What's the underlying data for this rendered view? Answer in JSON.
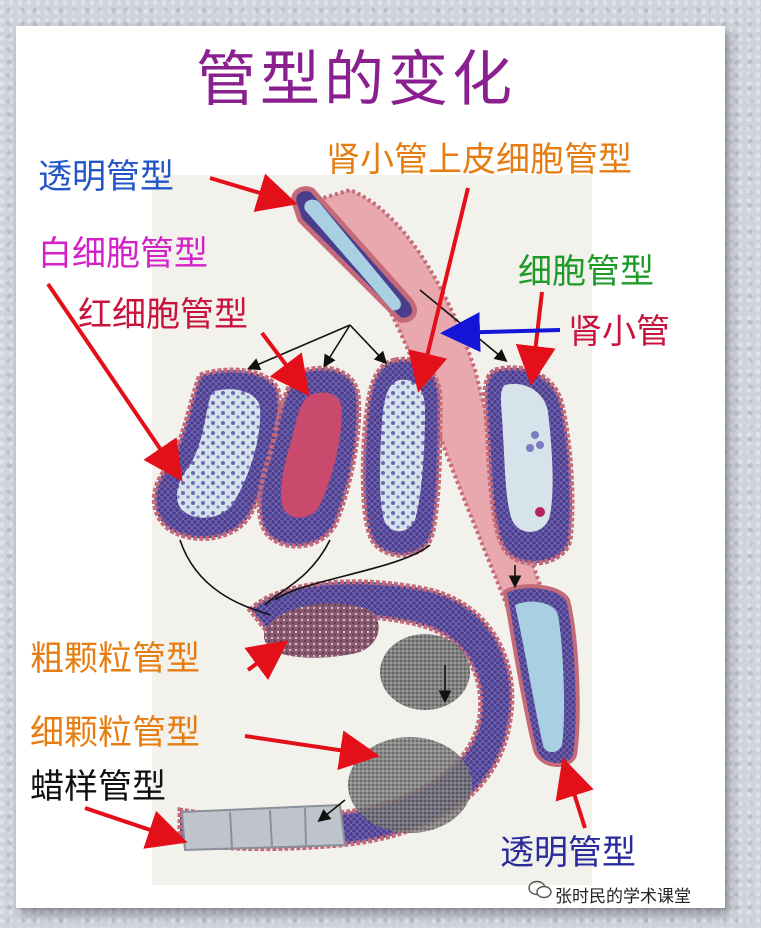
{
  "title": "管型的变化",
  "colors": {
    "title": "#8a1f8f",
    "blue_label": "#2255c8",
    "navy_label": "#2a2a9a",
    "orange_label": "#e57d12",
    "magenta_label": "#d320c8",
    "crimson_label": "#c8143c",
    "green_label": "#1e9a28",
    "black_label": "#111111",
    "arrow_red": "#e3101a",
    "arrow_blue": "#1515d8",
    "tubule": "#e8a8ae",
    "cell_wall": "#4a3e8c",
    "cast_blue": "#a9cfe3"
  },
  "labels": {
    "hyaline_top": "透明管型",
    "epithelial": "肾小管上皮细胞管型",
    "wbc": "白细胞管型",
    "rbc": "红细胞管型",
    "cellular": "细胞管型",
    "tubule": "肾小管",
    "coarse": "粗颗粒管型",
    "fine": "细颗粒管型",
    "waxy": "蜡样管型",
    "hyaline_bottom": "透明管型"
  },
  "watermark": "张时民的学术课堂"
}
